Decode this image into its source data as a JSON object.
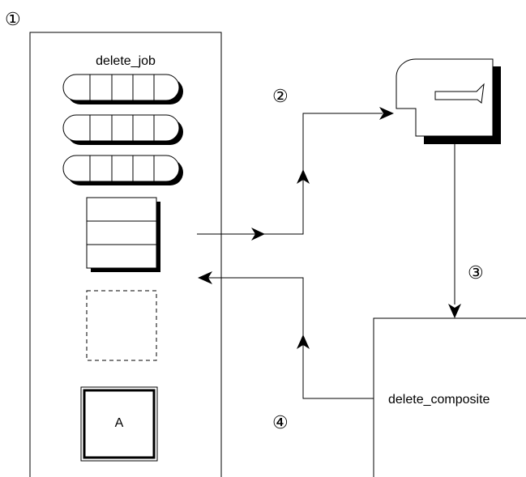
{
  "steps": {
    "step1": "①",
    "step2": "②",
    "step3": "③",
    "step4": "④"
  },
  "job_panel": {
    "title": "delete_job",
    "queue_slots": 3,
    "form_rows": 3,
    "placeholder_style": "dashed",
    "button_label": "A"
  },
  "composite_panel": {
    "title": "delete_composite"
  },
  "mailbox": {
    "icon": "mailbox-icon"
  },
  "colors": {
    "stroke": "#000000",
    "background": "#ffffff",
    "shadow": "#000000"
  }
}
